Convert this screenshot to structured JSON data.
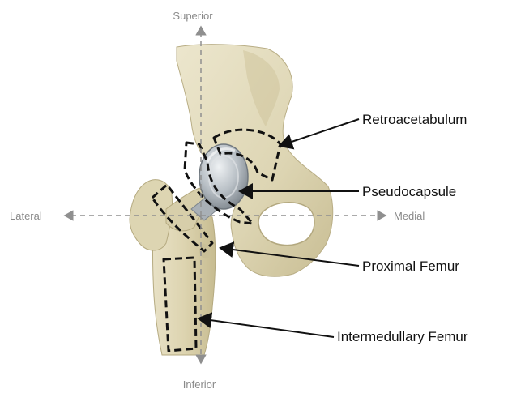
{
  "axes": {
    "superior": "Superior",
    "inferior": "Inferior",
    "lateral": "Lateral",
    "medial": "Medial"
  },
  "callouts": {
    "retroacetabulum": "Retroacetabulum",
    "pseudocapsule": "Pseudocapsule",
    "proximal_femur": "Proximal Femur",
    "intermedullary_femur": "Intermedullary Femur"
  },
  "colors": {
    "bone": "#e3dcbf",
    "bone_shadow": "#c9bf98",
    "implant": "#b9c0c6",
    "dashed_region": "#111111",
    "axis_arrow": "#8f8f8f",
    "leader_line": "#111111"
  }
}
